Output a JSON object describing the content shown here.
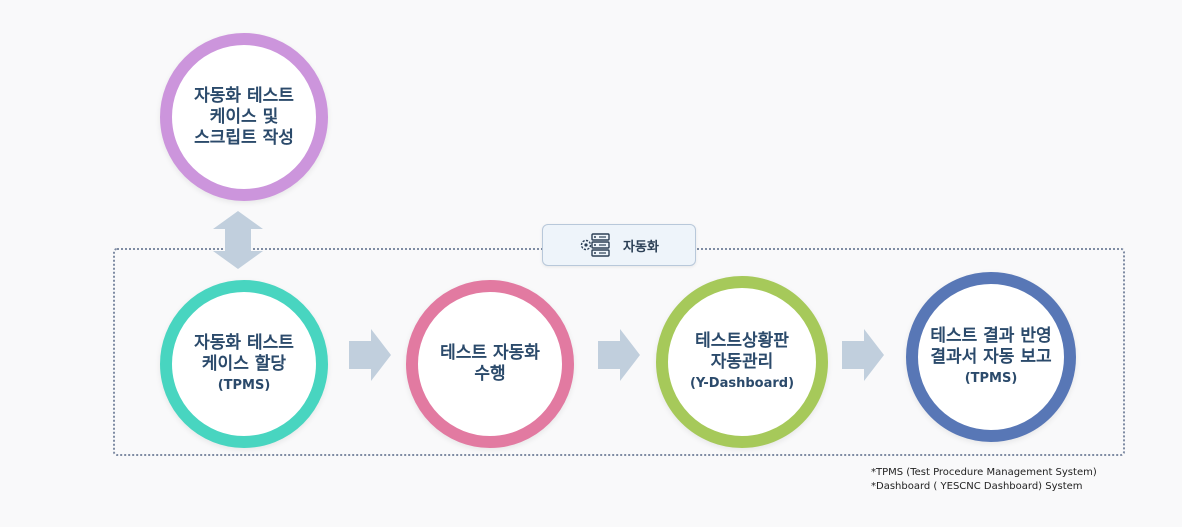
{
  "top_step": {
    "title": "자동화 테스트\n케이스 및\n스크립트 작성",
    "color": "#cc95dc"
  },
  "automation_label": {
    "text": "자동화",
    "icon": "server-gear-icon"
  },
  "steps": [
    {
      "title": "자동화 테스트\n케이스 할당",
      "subtitle": "(TPMS)",
      "color": "#48d5c0"
    },
    {
      "title": "테스트 자동화\n수행",
      "subtitle": "",
      "color": "#e27aa1"
    },
    {
      "title": "테스트상황판\n자동관리",
      "subtitle": "(Y-Dashboard)",
      "color": "#a6c95a"
    },
    {
      "title": "테스트 결과 반영\n결과서 자동 보고",
      "subtitle": "(TPMS)",
      "color": "#5877b6"
    }
  ],
  "notes": [
    "*TPMS (Test Procedure Management System)",
    "*Dashboard ( YESCNC Dashboard) System"
  ],
  "arrow_color": "#c1cfdd"
}
